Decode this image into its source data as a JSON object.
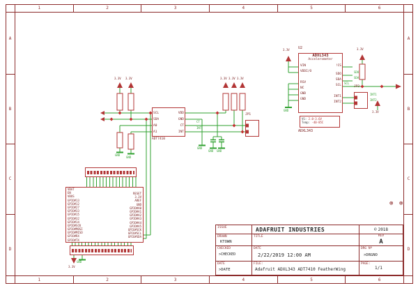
{
  "frame": {
    "cols": [
      "1",
      "2",
      "3",
      "4",
      "5",
      "6"
    ],
    "rows": [
      "A",
      "B",
      "C",
      "D"
    ]
  },
  "nets": {
    "v33": "3.3V",
    "gnd": "GND"
  },
  "net_labels": {
    "ct": "CT",
    "int": "INT",
    "sdo": "SDO",
    "sda": "SDA",
    "scl": "SCL",
    "int1": "INT1",
    "int2": "INT2"
  },
  "misc": {
    "hole": "⊗"
  },
  "adt7410": {
    "label": "ADT7410",
    "left_pins": [
      "SCL",
      "SDA",
      "A0",
      "A1"
    ],
    "right_pins": [
      "VDD",
      "GND",
      "CT",
      "INT"
    ]
  },
  "jp1": {
    "label": "JP1"
  },
  "jp2": {
    "label": "JP2"
  },
  "adxl343": {
    "refdes": "U2",
    "title": "ADXL343",
    "subtitle": "Accelerometer",
    "left_pins": [
      "VIN",
      "VDDI/O",
      "RSV",
      "NC",
      "GND",
      "GND"
    ],
    "right_pins": [
      "!CS",
      "SDO",
      "SDA",
      "SCL",
      "INT1",
      "INT2"
    ],
    "note": {
      "vs_label": "VS:",
      "vs_value": "2.0-3.6V",
      "temp_label": "Temp:",
      "temp_value": "-40-85C"
    },
    "bottom_label": "ADXL343"
  },
  "feather": {
    "left_pins": [
      "VBAT",
      "EN",
      "VBUS",
      "GPIO#13",
      "GPIO#12",
      "GPIO#27",
      "GPIO#33",
      "GPIO#15",
      "GPIO#32",
      "GPIO#14",
      "GPIO#SCK",
      "GPIO#MOSI",
      "GPIO#MISO",
      "GPIO#RX",
      "GPIO#TX"
    ],
    "right_pins": [
      "RESET",
      "3.3V",
      "AREF",
      "GND",
      "GPIO#A0",
      "GPIO#A1",
      "GPIO#A2",
      "GPIO#A3",
      "GPIO#A4",
      "GPIO#A5",
      "GPIO#SCK",
      "GPIO#SCL",
      "GPIO#SDA"
    ]
  },
  "title_block": {
    "issue": "ISSUE",
    "company": "ADAFRUIT INDUSTRIES",
    "copyright": "©",
    "year": "2018",
    "drawn_label": "DRAWN",
    "drawn_value": "KTOWN",
    "title_label": "TITLE",
    "rev_label": "REV",
    "rev_value": "A",
    "checked_label": "CHECKED",
    "checked_value": ">CHECKED",
    "date_label": "DATE",
    "date_value": "2/22/2019 12:00 AM",
    "drg_label": "DRG Nº",
    "drg_value": ">DRGNO",
    "date2_label": "DATE",
    "date2_value": ">DATE",
    "file_label": "FILE:",
    "file_value": "Adafruit ADXL343 ADT7410 FeatherWing",
    "page_label": "PAGE:",
    "page_value": "1/1"
  }
}
